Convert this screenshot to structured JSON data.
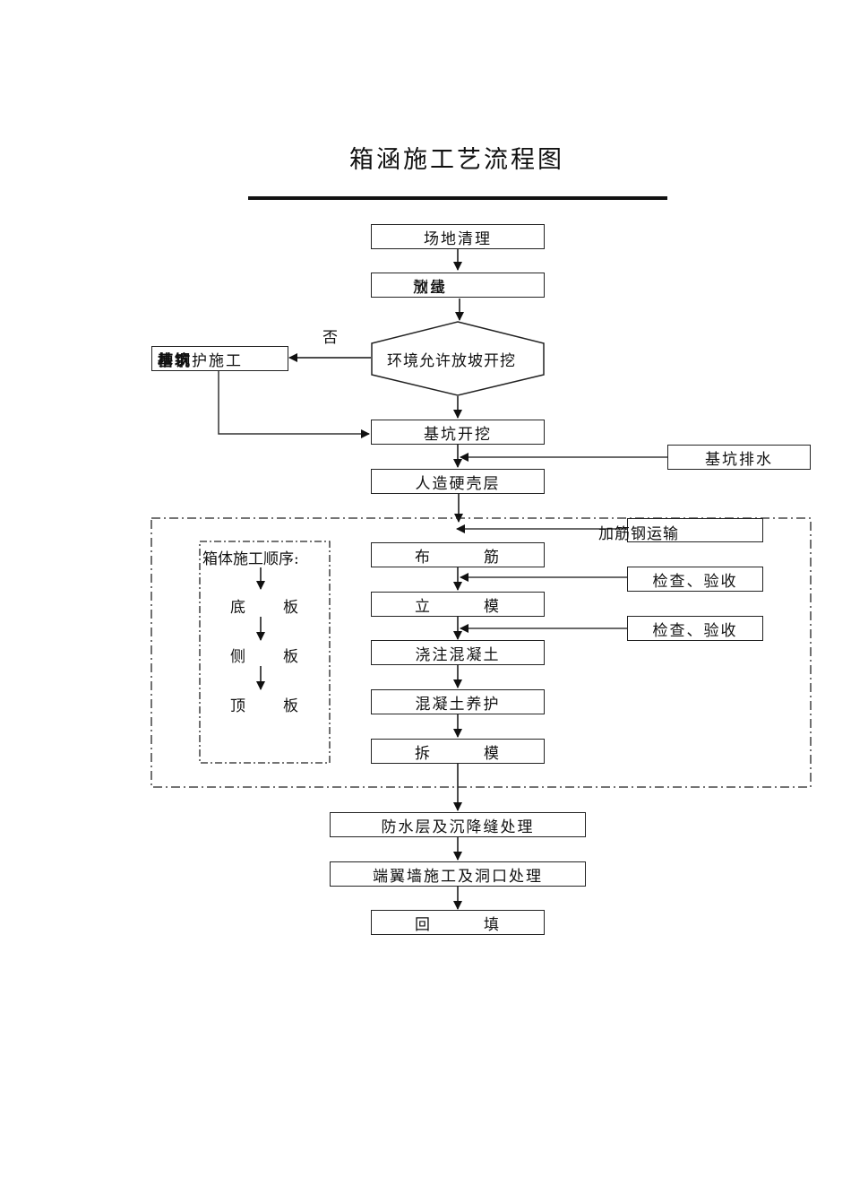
{
  "title": "箱涵施工艺流程图",
  "main_flow": [
    {
      "id": "site-clearing",
      "label": "场地清理"
    },
    {
      "id": "survey",
      "label_a": "测量",
      "label_b": "放线"
    },
    {
      "id": "decision",
      "label": "环境允许放坡开挖",
      "no_label": "否"
    },
    {
      "id": "pit-excavation",
      "label": "基坑开挖"
    },
    {
      "id": "hard-shell",
      "label": "人造硬壳层"
    },
    {
      "id": "rebar",
      "label_l": "布",
      "label_r": "筋"
    },
    {
      "id": "formwork",
      "label_l": "立",
      "label_r": "模"
    },
    {
      "id": "pour",
      "label": "浇注混凝土"
    },
    {
      "id": "curing",
      "label": "混凝土养护"
    },
    {
      "id": "demold",
      "label_l": "拆",
      "label_r": "模"
    },
    {
      "id": "waterproof",
      "label": "防水层及沉降缝处理"
    },
    {
      "id": "wing-wall",
      "label": "端翼墙施工及洞口处理"
    },
    {
      "id": "backfill",
      "label_l": "回",
      "label_r": "填"
    }
  ],
  "side_boxes": {
    "support": {
      "label_a": "槽钢",
      "label_b": "基坑",
      "label_rest": "护施工"
    },
    "drainage": {
      "label": "基坑排水"
    },
    "rebar_transport": {
      "label_over": "加工",
      "label_box": "钢筋运输",
      "overlap_chars": "加筋钢运输"
    },
    "inspect_1": {
      "label": "检查、验收"
    },
    "inspect_2": {
      "label": "检查、验收"
    }
  },
  "sequence_panel": {
    "heading": "箱体施工顺序:",
    "items": [
      {
        "l": "底",
        "r": "板"
      },
      {
        "l": "侧",
        "r": "板"
      },
      {
        "l": "顶",
        "r": "板"
      }
    ]
  }
}
